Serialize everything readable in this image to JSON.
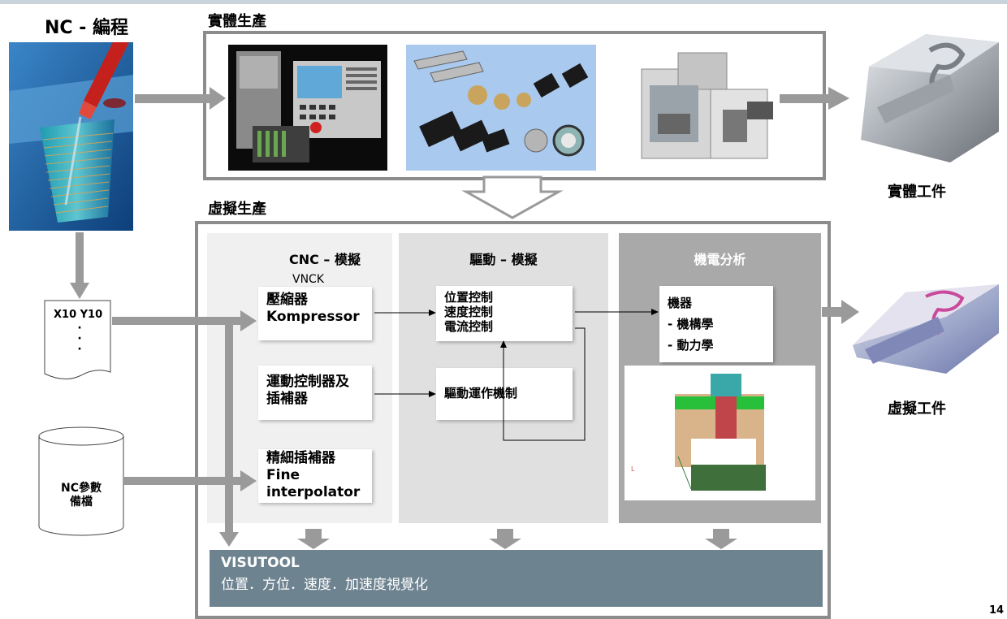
{
  "nc_programming": {
    "title": "NC - 編程"
  },
  "physical": {
    "title": "實體生產",
    "workpiece_label": "實體工件"
  },
  "virtual": {
    "title": "虛擬生產",
    "workpiece_label": "虛擬工件"
  },
  "nc_code": {
    "line1": "X10 Y10",
    "dots": [
      "·",
      "·",
      "·"
    ]
  },
  "nc_params": {
    "line1": "NC參數",
    "line2": "備檔"
  },
  "columns": {
    "cnc": {
      "title": "CNC – 模擬",
      "subtitle": "VNCK",
      "boxes": [
        {
          "lines": [
            "壓縮器",
            "Kompressor"
          ]
        },
        {
          "lines": [
            "運動控制器及",
            "插補器"
          ]
        },
        {
          "lines": [
            "精細插補器",
            "Fine",
            "interpolator"
          ]
        }
      ]
    },
    "drive": {
      "title": "驅動 – 模擬",
      "boxes": [
        {
          "lines": [
            "位置控制",
            "速度控制",
            "電流控制"
          ]
        },
        {
          "lines": [
            "驅動運作機制"
          ]
        }
      ]
    },
    "mech": {
      "title": "機電分析",
      "box": {
        "lines": [
          "機器",
          "- 機構學",
          "- 動力學"
        ]
      }
    }
  },
  "visutool": {
    "title": "VISUTOOL",
    "subtitle": "位置．方位．速度．加速度視覺化"
  },
  "page_number": "14",
  "colors": {
    "frame": "#8c8c8c",
    "arrow": "#9a9a9a",
    "col_cnc": "#f0f0f0",
    "col_drive": "#e0e0e0",
    "col_mech": "#a9a9a9",
    "visutool": "#6e8390"
  }
}
